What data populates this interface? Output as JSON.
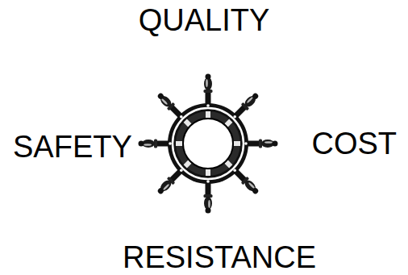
{
  "diagram": {
    "labels": [
      "QUALITY",
      "SAFETY",
      "COST",
      "RESISTANCE"
    ]
  }
}
